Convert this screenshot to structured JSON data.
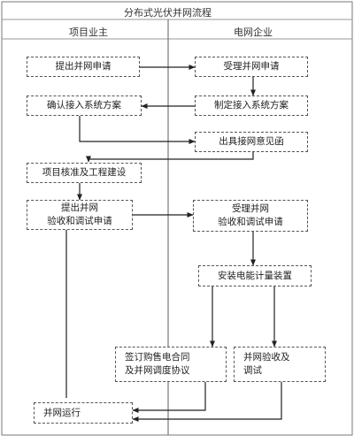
{
  "title": "分布式光伏并网流程",
  "columns": {
    "left": "项目业主",
    "right": "电网企业"
  },
  "nodes": {
    "n1": "提出并网申请",
    "n2": "受理并网申请",
    "n3": "制定接入系统方案",
    "n4": "确认接入系统方案",
    "n5": "出具接网意见函",
    "n6": "项目核准及工程建设",
    "n7": "提出并网\n验收和调试申请",
    "n8": "受理并网\n验收和调试申请",
    "n9": "安装电能计量装置",
    "n10": "签订购售电合同\n及并网调度协议",
    "n11": "并网验收及\n调试",
    "n12": "并网运行"
  }
}
